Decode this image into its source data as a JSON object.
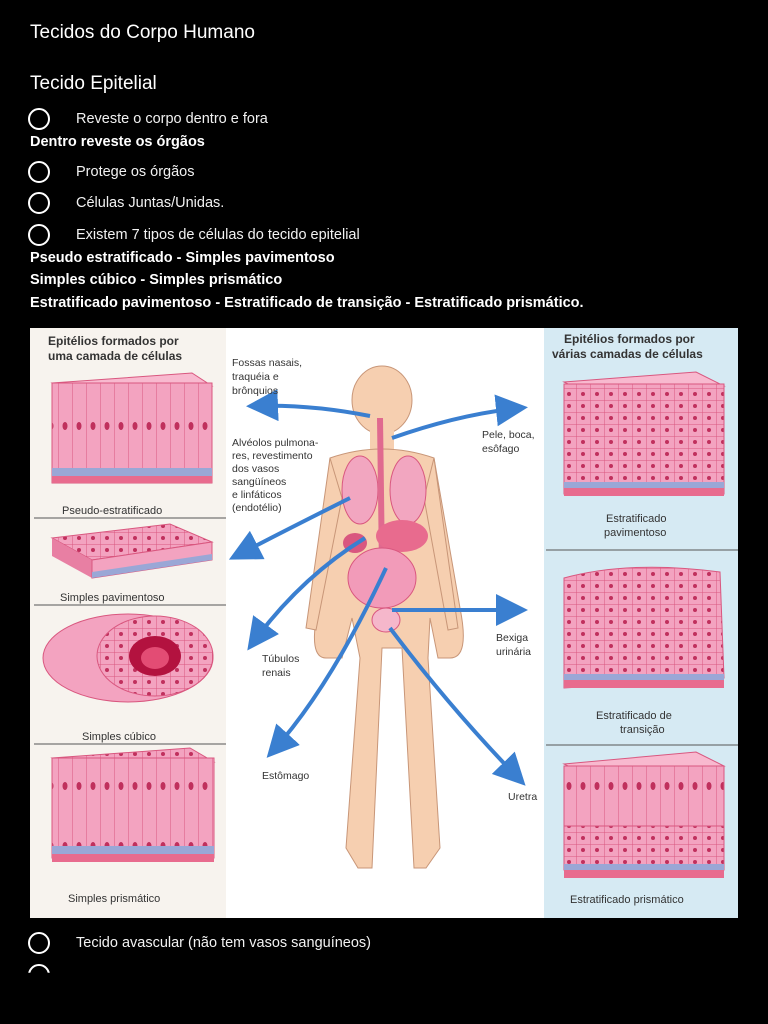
{
  "page_title": "Tecidos do Corpo Humano",
  "section_title": "Tecido Epitelial",
  "items": [
    "Reveste o corpo dentro e fora",
    "Protege os órgãos",
    "Células Juntas/Unidas.",
    "Existem 7 tipos de células do tecido epitelial",
    "Tecido avascular (não tem vasos sanguíneos)"
  ],
  "notes": [
    "Dentro reveste os órgãos",
    "Pseudo estratificado - Simples pavimentoso",
    "Simples cúbico - Simples prismático",
    "Estratificado pavimentoso - Estratificado de transição - Estratificado prismático."
  ],
  "figure": {
    "left_header": [
      "Epitélios formados por",
      "uma camada de células"
    ],
    "right_header": [
      "Epitélios formados por",
      "várias camadas de células"
    ],
    "left_captions": [
      "Pseudo-estratificado",
      "Simples pavimentoso",
      "Simples cúbico",
      "Simples prismático"
    ],
    "right_captions": [
      [
        "Estratificado",
        "pavimentoso"
      ],
      [
        "Estratificado de",
        "transição"
      ],
      [
        "Estratificado prismático"
      ]
    ],
    "organ_labels": {
      "fossas": [
        "Fossas nasais,",
        "traquéia e",
        "brônquios"
      ],
      "alveolos": [
        "Alvéolos pulmona-",
        "res, revestimento",
        "dos vasos",
        "sangüíneos",
        "e linfáticos",
        "(endotélio)"
      ],
      "tubulos": [
        "Túbulos",
        "renais"
      ],
      "estomago": [
        "Estômago"
      ],
      "pele": [
        "Pele, boca,",
        "esôfago"
      ],
      "bexiga": [
        "Bexiga",
        "urinária"
      ],
      "uretra": [
        "Uretra"
      ]
    },
    "colors": {
      "tissue": "#f08cb0",
      "tissue_dark": "#d9577f",
      "right_panel": "#d6eaf3",
      "left_panel": "#f7f3ee",
      "arrow": "#3a7fd0",
      "body": "#f6cfb0"
    }
  }
}
